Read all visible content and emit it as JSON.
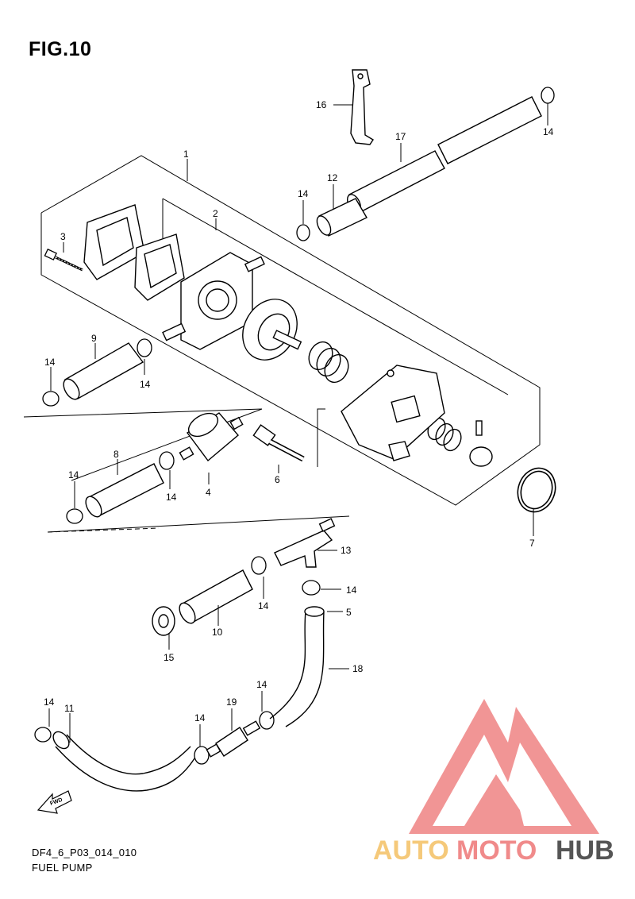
{
  "figure": {
    "title": "FIG.10"
  },
  "footer": {
    "code": "DF4_6_P03_014_010",
    "name": "FUEL PUMP"
  },
  "fwd_label": "FWD",
  "callouts": [
    {
      "id": "c1",
      "label": "1"
    },
    {
      "id": "c2",
      "label": "2"
    },
    {
      "id": "c3",
      "label": "3"
    },
    {
      "id": "c4",
      "label": "4"
    },
    {
      "id": "c5",
      "label": "5"
    },
    {
      "id": "c6",
      "label": "6"
    },
    {
      "id": "c7",
      "label": "7"
    },
    {
      "id": "c8",
      "label": "8"
    },
    {
      "id": "c9",
      "label": "9"
    },
    {
      "id": "c10",
      "label": "10"
    },
    {
      "id": "c11",
      "label": "11"
    },
    {
      "id": "c12",
      "label": "12"
    },
    {
      "id": "c13",
      "label": "13"
    },
    {
      "id": "c14a",
      "label": "14"
    },
    {
      "id": "c14b",
      "label": "14"
    },
    {
      "id": "c14c",
      "label": "14"
    },
    {
      "id": "c14d",
      "label": "14"
    },
    {
      "id": "c14e",
      "label": "14"
    },
    {
      "id": "c14f",
      "label": "14"
    },
    {
      "id": "c14g",
      "label": "14"
    },
    {
      "id": "c14h",
      "label": "14"
    },
    {
      "id": "c14i",
      "label": "14"
    },
    {
      "id": "c14j",
      "label": "14"
    },
    {
      "id": "c14k",
      "label": "14"
    },
    {
      "id": "c14l",
      "label": "14"
    },
    {
      "id": "c15",
      "label": "15"
    },
    {
      "id": "c16",
      "label": "16"
    },
    {
      "id": "c17",
      "label": "17"
    },
    {
      "id": "c18",
      "label": "18"
    },
    {
      "id": "c19",
      "label": "19"
    }
  ],
  "watermark": {
    "part1": "AUTO",
    "part2": "MOTO",
    "part3": "HUB",
    "color_auto": "#f5c97a",
    "color_moto": "#f08a8a",
    "color_hub": "#555555",
    "logo_color": "#f08a8a"
  }
}
